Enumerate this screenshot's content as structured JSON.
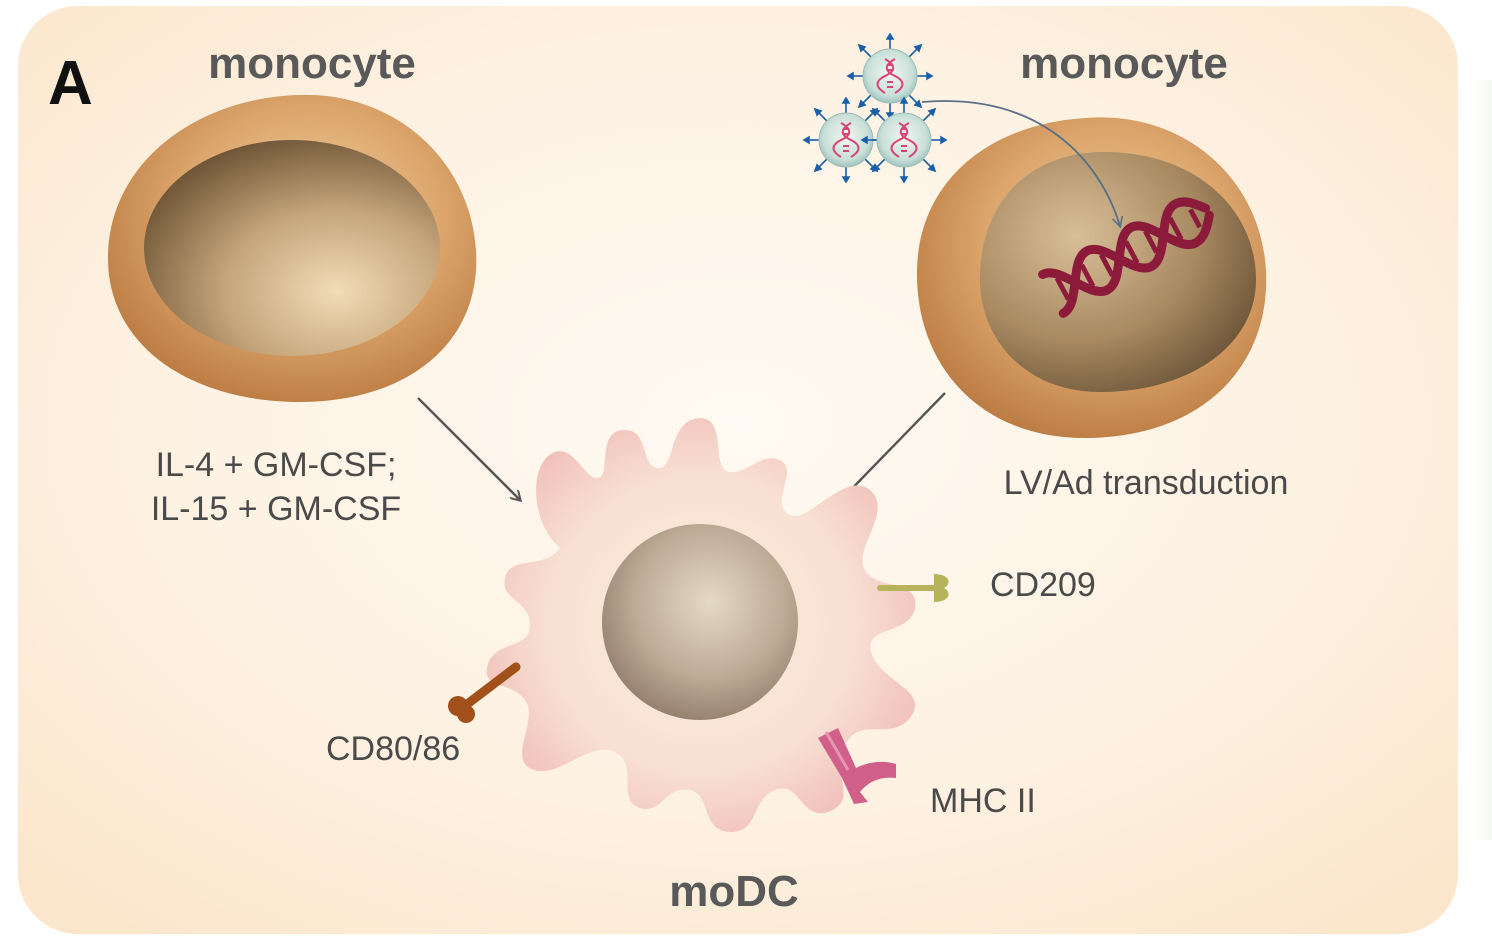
{
  "panel": {
    "letter": "A"
  },
  "cells": {
    "monocyte_left": "monocyte",
    "monocyte_right": "monocyte",
    "modc": "moDC"
  },
  "conditions": {
    "line1": "IL-4 + GM-CSF;",
    "line2": "IL-15 + GM-CSF",
    "transduction": "LV/Ad transduction"
  },
  "markers": {
    "cd209": "CD209",
    "cd80_86": "CD80/86",
    "mhc2": "MHC II"
  },
  "icons": [
    "viral-vector-icon",
    "dna-helix-icon",
    "arrow-icon",
    "receptor-icon"
  ],
  "colors": {
    "panel_bg": "#fdf1e1",
    "cell_membrane": "#d9a36a",
    "nucleus": "#a8835a",
    "modc_body": "#f7dcd7",
    "dna": "#8b1a3b",
    "virus_spike": "#1a5fa8",
    "cd209": "#b7b35a",
    "cd80_86": "#a2501a",
    "mhc2": "#d0608a"
  }
}
